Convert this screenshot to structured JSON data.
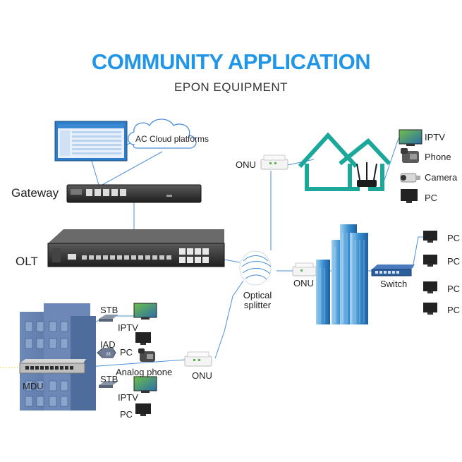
{
  "header": {
    "title": "COMMUNITY APPLICATION",
    "subtitle": "EPON EQUIPMENT"
  },
  "labels": {
    "cloud": "AC Cloud platforms",
    "gateway": "Gateway",
    "olt": "OLT",
    "onu_top": "ONU",
    "onu_middle": "ONU",
    "onu_bottom": "ONU",
    "optical_splitter": "Optical\nsplitter",
    "switch": "Switch",
    "home_iptv": "IPTV",
    "home_phone": "Phone",
    "home_camera": "Camera",
    "home_pc": "PC",
    "office_pc_1": "PC",
    "office_pc_2": "PC",
    "office_pc_3": "PC",
    "office_pc_4": "PC",
    "stb_1": "STB",
    "iptv_1": "IPTV",
    "iad": "IAD",
    "pc_1": "PC",
    "analog_phone": "Analog phone",
    "stb_2": "STB",
    "iptv_2": "IPTV",
    "pc_2": "PC",
    "mdu": "MDU"
  },
  "colors": {
    "title": "#2196e8",
    "fiber_line": "#4a90d9",
    "house": "#1ba89a",
    "device_dark": "#2d2d2d",
    "switch_blue": "#2c5f9e",
    "building": "#5b7aa8"
  }
}
